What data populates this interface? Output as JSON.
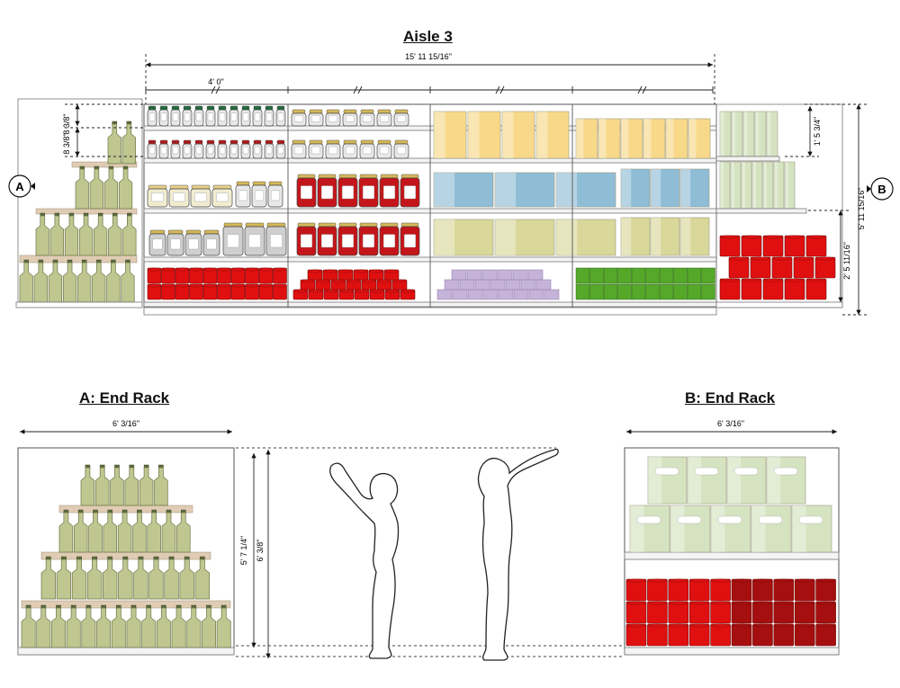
{
  "titles": {
    "aisle": "Aisle 3",
    "end_rack_a": "A: End Rack",
    "end_rack_b": "B: End Rack"
  },
  "markers": {
    "a": "A",
    "b": "B"
  },
  "dimensions": {
    "aisle_total_width": "15' 11 15/16\"",
    "section_width": "4' 0\"",
    "shelf_clear_1": "8 3/8\"",
    "shelf_clear_2": "8 3/8\"",
    "end_top_block": "1' 5 3/4\"",
    "end_bottom_block": "2' 5 11/16\"",
    "overall_height": "5' 11 15/16\"",
    "end_rack_a_width": "6' 3/16\"",
    "end_rack_b_width": "6' 3/16\"",
    "reach_height_female": "5' 7 1/4\"",
    "reach_height_male": "6' 3/8\""
  },
  "colors": {
    "bottle": "#bfc68f",
    "bottle_pallet": "#e0ccb4",
    "cap_green": "#1f6b3d",
    "cap_red": "#b01a1a",
    "can_red": "#e01010",
    "can_dark_red": "#a50f0f",
    "box_yellow": "#f8d98a",
    "box_blue": "#8fbdd6",
    "box_olive": "#d9d79a",
    "roll_purple": "#c5b3d9",
    "can_green": "#55a82a",
    "box_lightgreen": "#d5e3c0"
  }
}
